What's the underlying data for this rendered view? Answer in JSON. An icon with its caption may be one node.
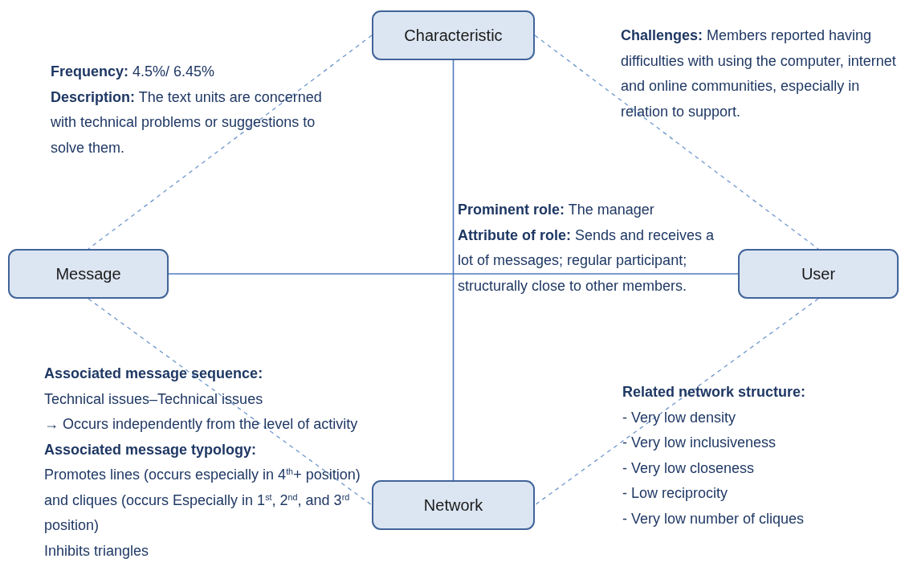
{
  "diagram": {
    "nodes": [
      {
        "text": [
          "Characteristic"
        ]
      },
      {
        "text": [
          "Message"
        ]
      },
      {
        "text": [
          "User"
        ]
      },
      {
        "text": [
          "Network"
        ]
      }
    ],
    "edges": [
      {
        "from": 0,
        "to": 1,
        "arrow": "none",
        "style": "dashed"
      },
      {
        "from": 0,
        "to": 2,
        "arrow": "none",
        "style": "dashed"
      },
      {
        "from": 1,
        "to": 3,
        "arrow": "none",
        "style": "dashed"
      },
      {
        "from": 2,
        "to": 3,
        "arrow": "none",
        "style": "dashed"
      },
      {
        "from": 0,
        "to": 3,
        "arrow": "none"
      },
      {
        "from": 1,
        "to": 2,
        "arrow": "none"
      }
    ],
    "labels": [
      "**Frequency:** 4.5%/ 6.45%",
      "**Description:** The text units are concerned with technical problems or suggestions to solve them.",
      "**Challenges:**  Members reported having difficulties with using the computer, internet and online communities, especially in relation to support.",
      "**Prominent role:** The manager",
      "**Attribute of role:** Sends and receives a lot of messages; regular participant; structurally close to other members.",
      "Associated message sequence:",
      "Technical issues–Technical issues",
      "→ Occurs independently from the level of activity",
      "Associated message typology:",
      "Promotes lines (occurs especially in 4$^{th}$+ position) and cliques (occurs Especially in 1$^{st}$, 2$^{nd}$, and 3$^{rd}$ position)",
      "Inhibits triangles",
      "Related network structure:",
      "- Very low density",
      "- Very low inclusiveness",
      "- Very low closeness",
      "- Low reciprocity",
      "- Very low number of cliques"
    ]
  }
}
